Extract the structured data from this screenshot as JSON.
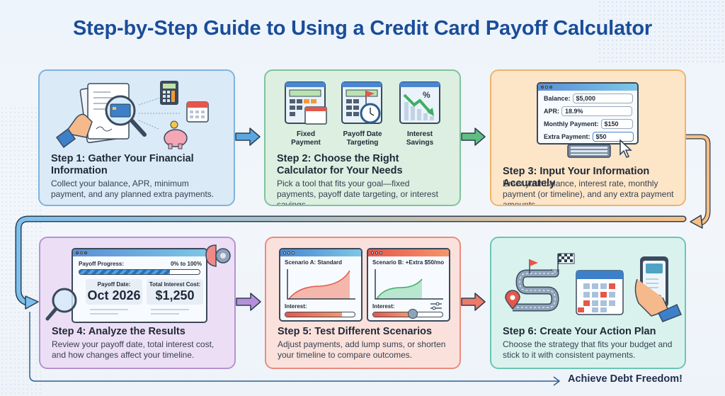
{
  "title": "Step-by-Step Guide to Using a Credit Card Payoff Calculator",
  "colors": {
    "title": "#1a4d9a",
    "step1": "#7fb3dd",
    "step2": "#7fc49a",
    "step3": "#efb46a",
    "step4": "#b593d1",
    "step5": "#e88d7e",
    "step6": "#6cc6b5"
  },
  "steps": [
    {
      "title": "Step 1: Gather Your Financial Information",
      "description": "Collect your balance, APR, minimum payment, and any planned extra payments.",
      "icons": [
        "documents-icon",
        "magnifier-icon",
        "credit-card-icon",
        "calculator-icon",
        "calendar-icon",
        "piggy-bank-icon"
      ]
    },
    {
      "title": "Step 2: Choose the Right Calculator for Your Needs",
      "description": "Pick a tool that fits your goal—fixed payments, payoff date targeting, or interest savings.",
      "options": [
        {
          "label_line1": "Fixed",
          "label_line2": "Payment",
          "icon": "calculator-calendar-icon"
        },
        {
          "label_line1": "Payoff Date",
          "label_line2": "Targeting",
          "icon": "calculator-clock-flag-icon"
        },
        {
          "label_line1": "Interest",
          "label_line2": "Savings",
          "icon": "chart-down-percent-icon"
        }
      ]
    },
    {
      "title": "Step 3: Input Your Information Accurately",
      "description": "Enter your balance, interest rate, monthly payment (or timeline), and any extra payment amounts.",
      "form": [
        {
          "label": "Balance:",
          "value": "$5,000"
        },
        {
          "label": "APR:",
          "value": "18.9%"
        },
        {
          "label": "Monthly Payment:",
          "value": "$150"
        },
        {
          "label": "Extra Payment:",
          "value": "$50"
        }
      ]
    },
    {
      "title": "Step 4: Analyze the Results",
      "description": "Review your payoff date, total interest cost, and how changes affect your timeline.",
      "progress_label": "Payoff Progress:",
      "progress_range": "0% to 100%",
      "progress_percent": 75,
      "payoff_date_label": "Payoff Date:",
      "payoff_date": "Oct 2026",
      "interest_label": "Total Interest Cost:",
      "interest_value": "$1,250"
    },
    {
      "title": "Step 5: Test Different Scenarios",
      "description": "Adjust payments, add lump sums, or shorten your timeline to compare outcomes.",
      "scenario_a": {
        "title": "Scenario A: Standard",
        "interest_label": "Interest:"
      },
      "scenario_b": {
        "title": "Scenario B: +Extra $50/mo",
        "interest_label": "Interest:"
      }
    },
    {
      "title": "Step 6: Create Your Action Plan",
      "description": "Choose the strategy that fits your budget and stick to it with consistent payments.",
      "icons": [
        "road-map-icon",
        "checkered-flag-icon",
        "calendar-checklist-icon",
        "phone-payment-icon"
      ]
    }
  ],
  "footer": "Achieve Debt Freedom!"
}
